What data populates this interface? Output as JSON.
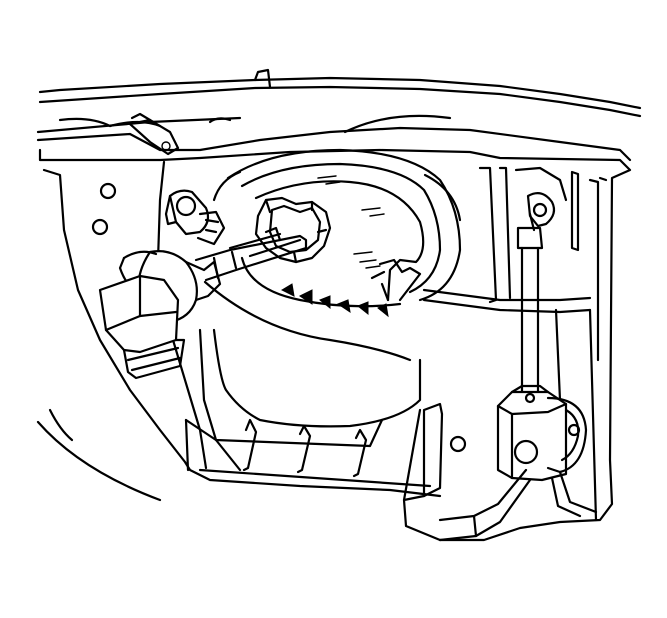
{
  "figure": {
    "kind": "line-art technical illustration",
    "caption": "",
    "labels": []
  },
  "parts": [
    {
      "name": "headlamp-housing"
    },
    {
      "name": "headlamp-bulb"
    },
    {
      "name": "bulb-socket-connector"
    },
    {
      "name": "bulb-retaining-ring"
    },
    {
      "name": "reflector-bowl"
    },
    {
      "name": "aiming-rod"
    },
    {
      "name": "mounting-bracket"
    },
    {
      "name": "side-marker-socket"
    }
  ],
  "colors": {
    "line": "#000000",
    "background": "#ffffff"
  }
}
